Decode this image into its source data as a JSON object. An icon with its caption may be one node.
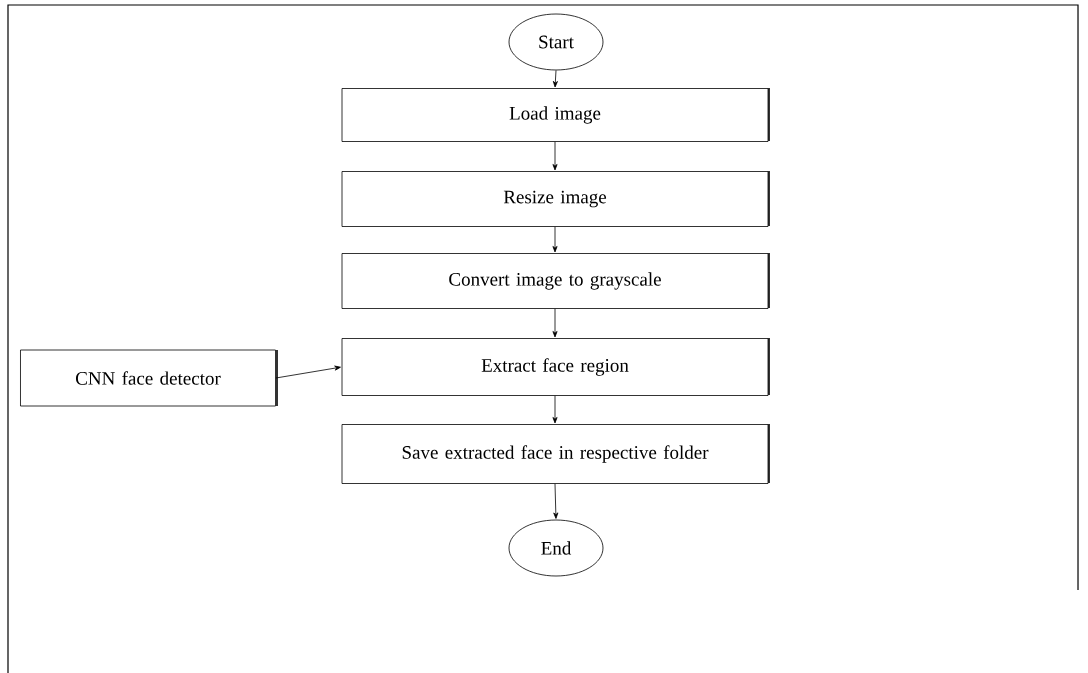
{
  "diagram": {
    "nodes": [
      {
        "text": [
          "Start"
        ]
      },
      {
        "text": [
          "Load image"
        ]
      },
      {
        "text": [
          "Resize image"
        ]
      },
      {
        "text": [
          "Convert image to grayscale"
        ]
      },
      {
        "text": [
          "Extract face region"
        ]
      },
      {
        "text": [
          "Save extracted face in respective folder"
        ]
      },
      {
        "text": [
          "End"
        ]
      },
      {
        "text": [
          "CNN face detector"
        ]
      }
    ],
    "edges": [
      {
        "from": 0,
        "to": 1,
        "arrow": "to"
      },
      {
        "from": 1,
        "to": 2,
        "arrow": "to"
      },
      {
        "from": 2,
        "to": 3,
        "arrow": "to"
      },
      {
        "from": 3,
        "to": 4,
        "arrow": "to"
      },
      {
        "from": 7,
        "to": 4,
        "arrow": "to"
      },
      {
        "from": 4,
        "to": 5,
        "arrow": "to"
      },
      {
        "from": 5,
        "to": 6,
        "arrow": "to"
      }
    ]
  }
}
